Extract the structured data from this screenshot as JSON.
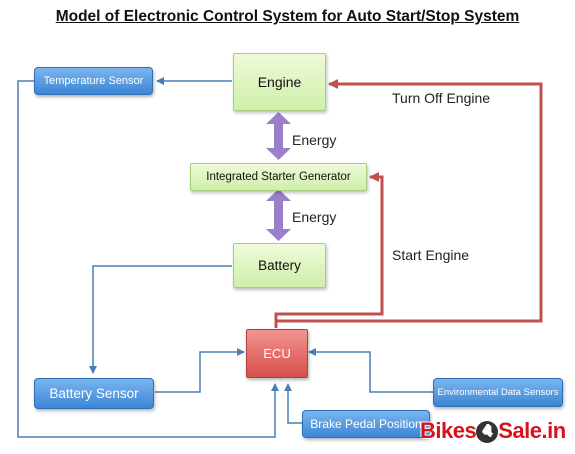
{
  "title": "Model of Electronic Control System for Auto Start/Stop System",
  "nodes": {
    "engine": "Engine",
    "isg": "Integrated Starter Generator",
    "battery": "Battery",
    "ecu": "ECU",
    "temperature_sensor": "Temperature Sensor",
    "battery_sensor": "Battery Sensor",
    "environmental_sensors": "Environmental Data Sensors",
    "brake_pedal": "Brake Pedal Position"
  },
  "edge_labels": {
    "energy_top": "Energy",
    "energy_bottom": "Energy",
    "turn_off": "Turn Off Engine",
    "start": "Start Engine"
  },
  "watermark": {
    "part1": "Bikes",
    "digit": "4",
    "part2": "Sale.in"
  },
  "colors": {
    "signal_arrow": "#4a7fb5",
    "control_arrow": "#c0504d",
    "energy_arrow": "#9b7fcc"
  }
}
